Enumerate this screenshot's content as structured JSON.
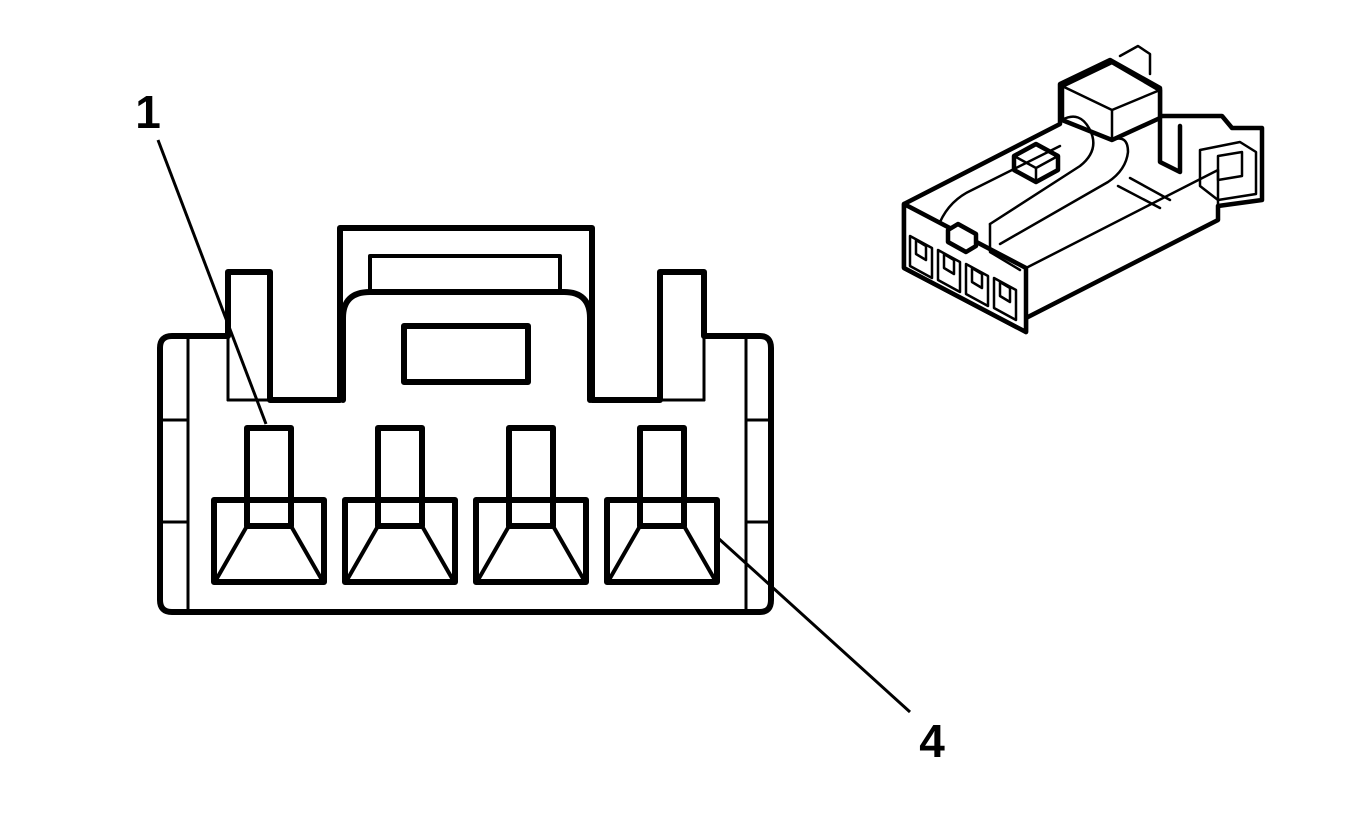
{
  "callouts": {
    "pin_first": "1",
    "pin_last": "4"
  },
  "connector": {
    "cavity_count": 4
  },
  "colors": {
    "line": "#000000",
    "background": "#ffffff"
  }
}
